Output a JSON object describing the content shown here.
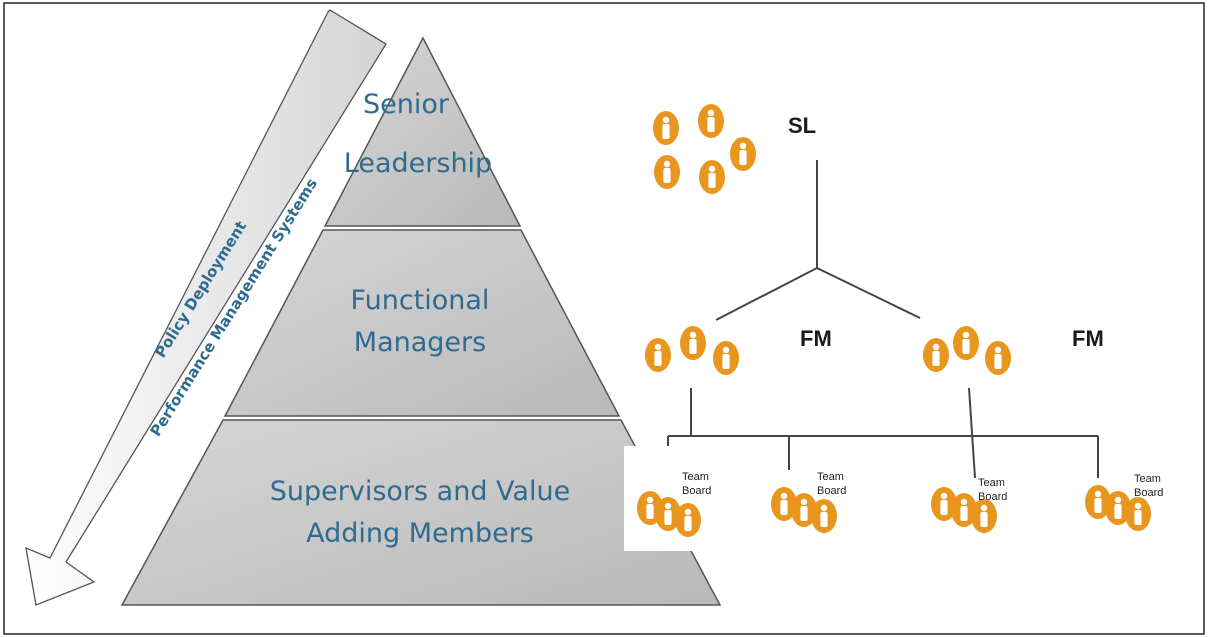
{
  "pyramid": {
    "tiers": [
      {
        "line1": "Senior",
        "line2": "Leadership"
      },
      {
        "line1": "Functional",
        "line2": "Managers"
      },
      {
        "line1": "Supervisors and Value",
        "line2": "Adding Members"
      }
    ]
  },
  "arrow": {
    "line1": "Policy Deployment",
    "line2": "Performance Management Systems"
  },
  "org": {
    "sl_label": "SL",
    "fm_labels": [
      "FM",
      "FM"
    ],
    "team_board": {
      "line1": "Team",
      "line2": "Board"
    }
  },
  "colors": {
    "pyramid_fill": "#c9c9c9",
    "tier_text": "#2e6b8f",
    "person_fill": "#e8961e",
    "person_figure": "#ffffff",
    "line": "#444444"
  }
}
